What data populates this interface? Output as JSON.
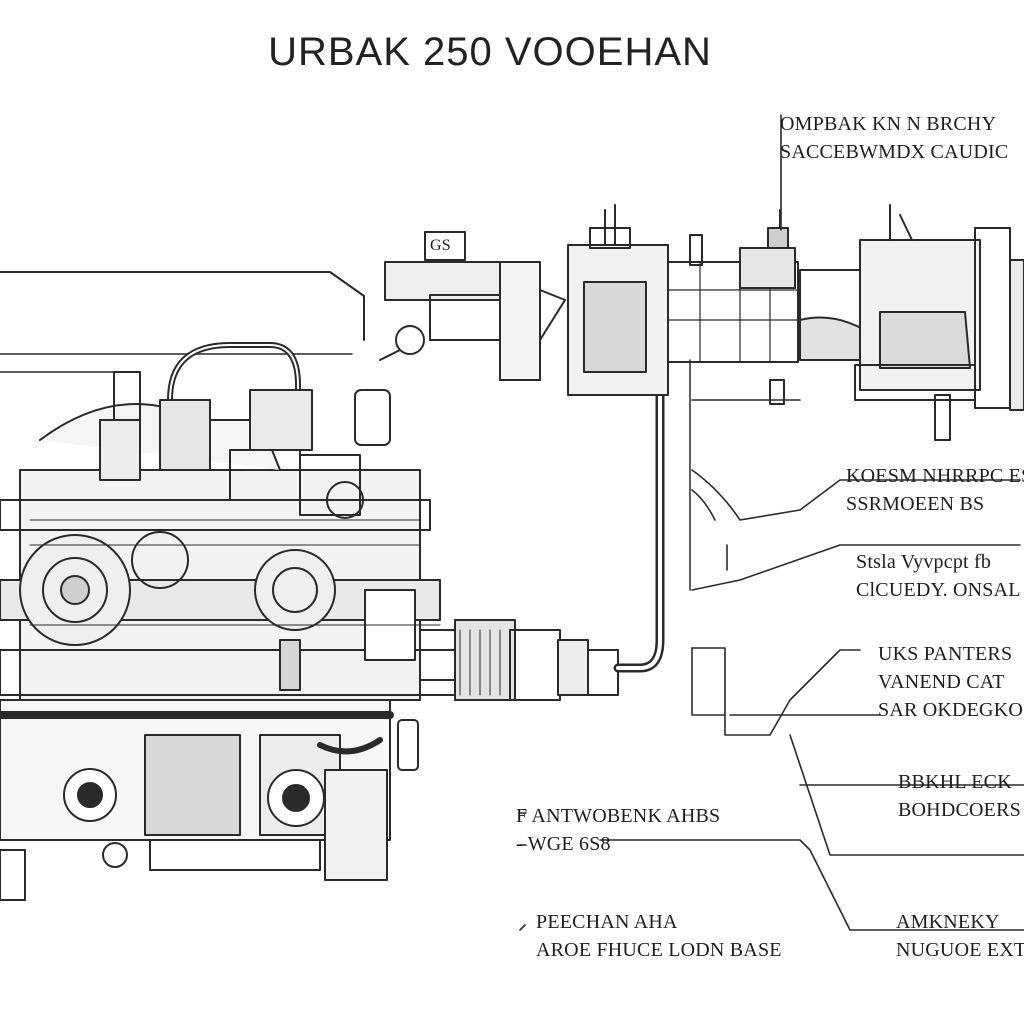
{
  "title": "URBAK 250 VOOEHAN",
  "callouts": [
    {
      "id": "top-right",
      "lines": [
        "OMPBAK KN N BRCHY",
        "SACCEBWMDX CAUDIC"
      ]
    },
    {
      "id": "right-1",
      "lines": [
        "KOESM NHRRPC ESS",
        "SSRMOEEN BS"
      ]
    },
    {
      "id": "right-2",
      "lines": [
        "Stsla Vyvpcpt fb",
        "ClCUEDY. ONSAL"
      ]
    },
    {
      "id": "right-3",
      "lines": [
        "UKS PANTERS",
        "VANEND CAT",
        "SAR OKDEGKO"
      ]
    },
    {
      "id": "right-4",
      "lines": [
        "BBKHL ECK",
        "BOHDCOERS"
      ]
    },
    {
      "id": "right-5",
      "lines": [
        "AMKNEKY",
        "NUGUOE EXT"
      ]
    },
    {
      "id": "bottom-1",
      "lines": [
        "F ANTWOBENK AHBS",
        "- WGE 6S8"
      ]
    },
    {
      "id": "bottom-2",
      "lines": [
        "PEECHAN AHA",
        "AROE FHUCE LODN BASE"
      ]
    }
  ],
  "tag_small": "GS"
}
